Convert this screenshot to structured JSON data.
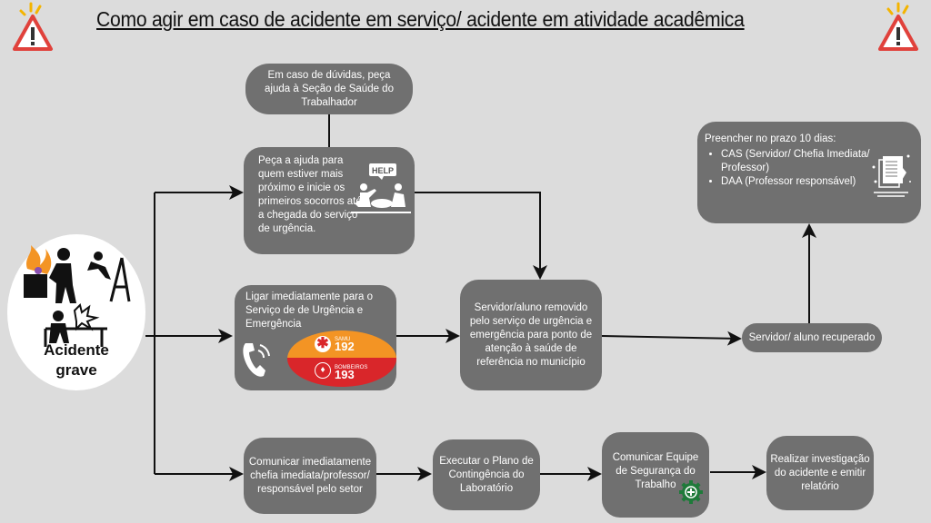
{
  "title": "Como agir em caso de acidente em serviço/ acidente em atividade acadêmica",
  "icons": {
    "warning_left": "warning-triangle-icon",
    "warning_right": "warning-triangle-icon"
  },
  "start": {
    "label_line1": "Acidente",
    "label_line2": "grave",
    "icon": "accident-illustration"
  },
  "nodes": {
    "duvidas": "Em caso de dúvidas, peça ajuda à Seção de Saúde do Trabalhador",
    "ajuda": "Peça a ajuda  para quem estiver mais próximo e inicie os primeiros socorros até a chegada do serviço de urgência.",
    "help_badge": "HELP",
    "ligar": "Ligar imediatamente para o Serviço de de Urgência e Emergência",
    "samu_label": "SAMU",
    "samu_number": "192",
    "bombeiros_label": "BOMBEIROS",
    "bombeiros_number": "193",
    "removido": "Servidor/aluno removido pelo serviço de urgência e emergência para  ponto de atenção à saúde  de referência no município",
    "recuperado": "Servidor/ aluno recuperado",
    "preencher_title": "Preencher no prazo 10 dias:",
    "preencher_items": [
      "CAS  (Servidor/  Chefia  Imediata/ Professor)",
      "DAA (Professor responsável)"
    ],
    "comunicar_chefia": "Comunicar imediatamente chefia imediata/professor/ responsável pelo setor",
    "executar": "Executar o Plano de Contingência do Laboratório",
    "comunicar_equipe": "Comunicar Equipe de Segurança do Trabalho",
    "investigacao": "Realizar investigação do acidente e emitir relatório"
  },
  "colors": {
    "background": "#dcdcdc",
    "box": "#707070",
    "samu": "#f39424",
    "bombeiros": "#d9262a",
    "gear": "#1f7a3a",
    "warning_red": "#e0413b",
    "warning_yellow": "#f4b400"
  }
}
